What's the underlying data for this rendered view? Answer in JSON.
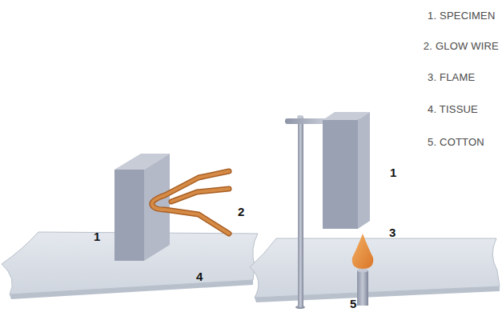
{
  "diagram": {
    "labels": [
      "1. SPECIMEN",
      "2. GLOW WIRE",
      "3. FLAME",
      "4. TISSUE",
      "5. COTTON",
      "1",
      "2",
      "4",
      "1",
      "3",
      "5"
    ]
  }
}
